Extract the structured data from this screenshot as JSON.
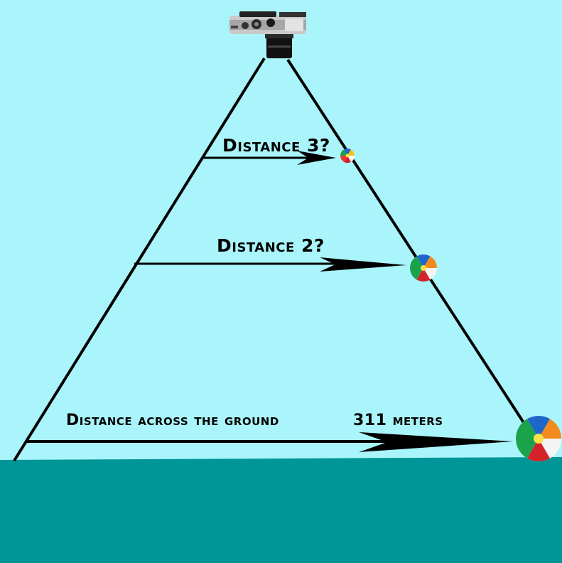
{
  "labels": {
    "distance3": "Distance 3?",
    "distance2": "Distance 2?",
    "ground_text": "Distance across the ground",
    "ground_value": "311 meters"
  },
  "colors": {
    "sky": "#a9f5fb",
    "ground": "#009596",
    "lines": "#000000"
  },
  "icons": {
    "camera": "camera-icon",
    "ball": "beach-ball-icon"
  }
}
